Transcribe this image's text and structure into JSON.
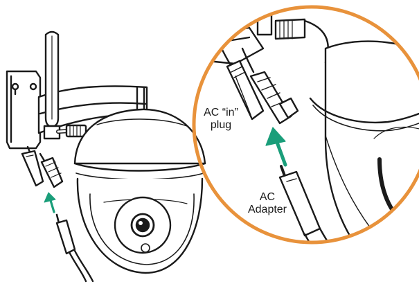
{
  "labels": {
    "ac_in_plug_line1": "AC “in”",
    "ac_in_plug_line2": "plug",
    "ac_adapter_line1": "AC",
    "ac_adapter_line2": "Adapter"
  },
  "colors": {
    "zoom_circle": "#E8923B",
    "arrow": "#1A9E7A",
    "line": "#1a1a1a",
    "background": "#ffffff",
    "label_text": "#1a1a1a"
  },
  "icons": [
    "ptz-camera-illustration",
    "antenna",
    "wall-mount-bracket",
    "ac-adapter-plug",
    "power-connector",
    "ethernet-connector",
    "insertion-arrow"
  ]
}
